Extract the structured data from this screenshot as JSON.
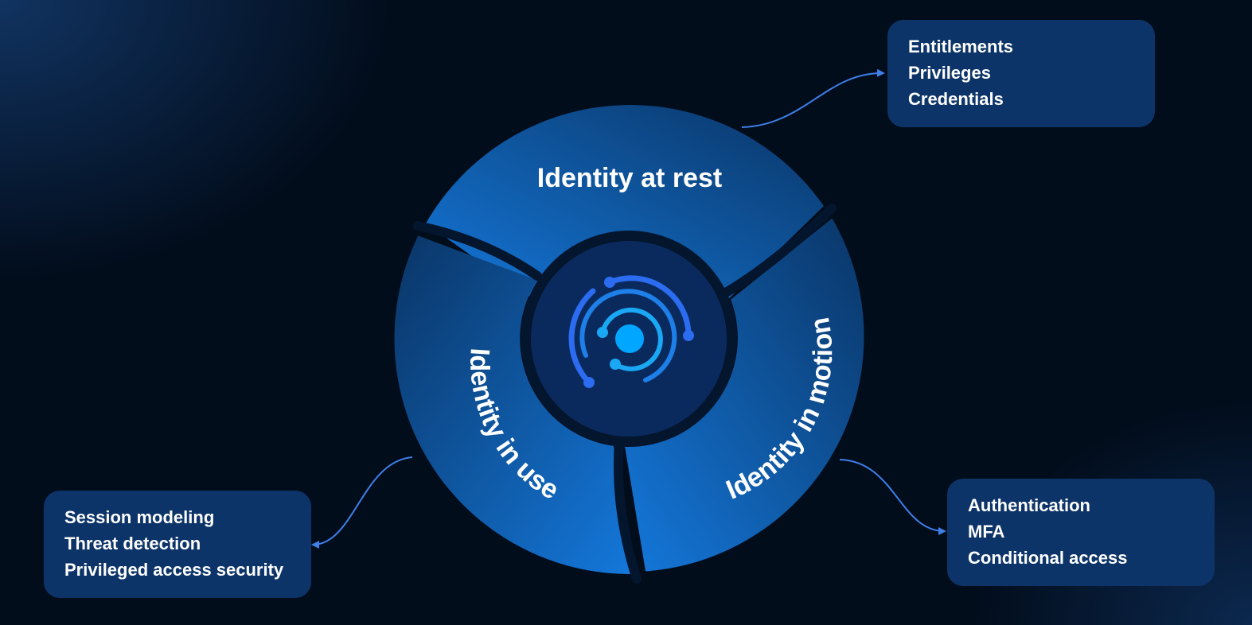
{
  "diagram": {
    "segments": [
      {
        "id": "rest",
        "label": "Identity at rest"
      },
      {
        "id": "use",
        "label": "Identity in use"
      },
      {
        "id": "motion",
        "label": "Identity in motion"
      }
    ],
    "boxes": {
      "rest": {
        "items": [
          "Entitlements",
          "Privileges",
          "Credentials"
        ]
      },
      "use": {
        "items": [
          "Session modeling",
          "Threat detection",
          "Privileged access security"
        ]
      },
      "motion": {
        "items": [
          "Authentication",
          "MFA",
          "Conditional access"
        ]
      }
    },
    "center_icon": "orbit-target-icon",
    "colors": {
      "background": "#020d1c",
      "box_fill": "#0c3468",
      "ring_light": "#1273d4",
      "ring_dark": "#0a3a6e",
      "hub_fill": "#0a2a5e",
      "icon_blue": "#2b6cf0",
      "icon_cyan": "#1aa8f5",
      "connector": "#3f7fe8"
    }
  }
}
